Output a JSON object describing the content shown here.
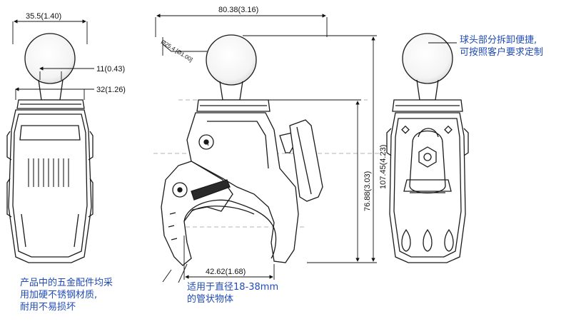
{
  "dimensions": {
    "top_width": "35.5(1.40)",
    "ball_neck": "11(0.43)",
    "base_width": "32(1.26)",
    "overall_width": "80.38(3.16)",
    "ball_diameter": "Ø25.4 [Ø1.00]",
    "overall_height": "107.45(4.23)",
    "clamp_height": "76.88(3.03)",
    "jaw_opening": "42.62(1.68)"
  },
  "annotations": {
    "ball_head": [
      "球头部分拆卸便捷,",
      "可按照客户要求定制"
    ],
    "material": [
      "产品中的五金配件均采",
      "用加硬不锈钢材质,",
      "耐用不易损坏"
    ],
    "tube_range": [
      "适用于直径18-38mm",
      "的管状物体"
    ]
  },
  "colors": {
    "annotation_blue": "#1f4bb8",
    "line_dark": "#1a1a1a",
    "dash_gray": "#9a9a9a"
  }
}
